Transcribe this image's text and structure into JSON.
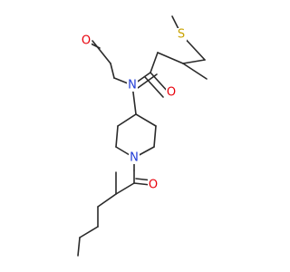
{
  "structure": {
    "atoms": [
      {
        "id": "a1",
        "label": "O",
        "color": "#e8000b"
      },
      {
        "id": "a2",
        "label": "S",
        "color": "#c9a300"
      },
      {
        "id": "a3",
        "label": "N",
        "color": "#1f3bd6"
      },
      {
        "id": "a4",
        "label": "O",
        "color": "#e8000b"
      },
      {
        "id": "a5",
        "label": "N",
        "color": "#1f3bd6"
      },
      {
        "id": "a6",
        "label": "O",
        "color": "#e8000b"
      }
    ]
  }
}
